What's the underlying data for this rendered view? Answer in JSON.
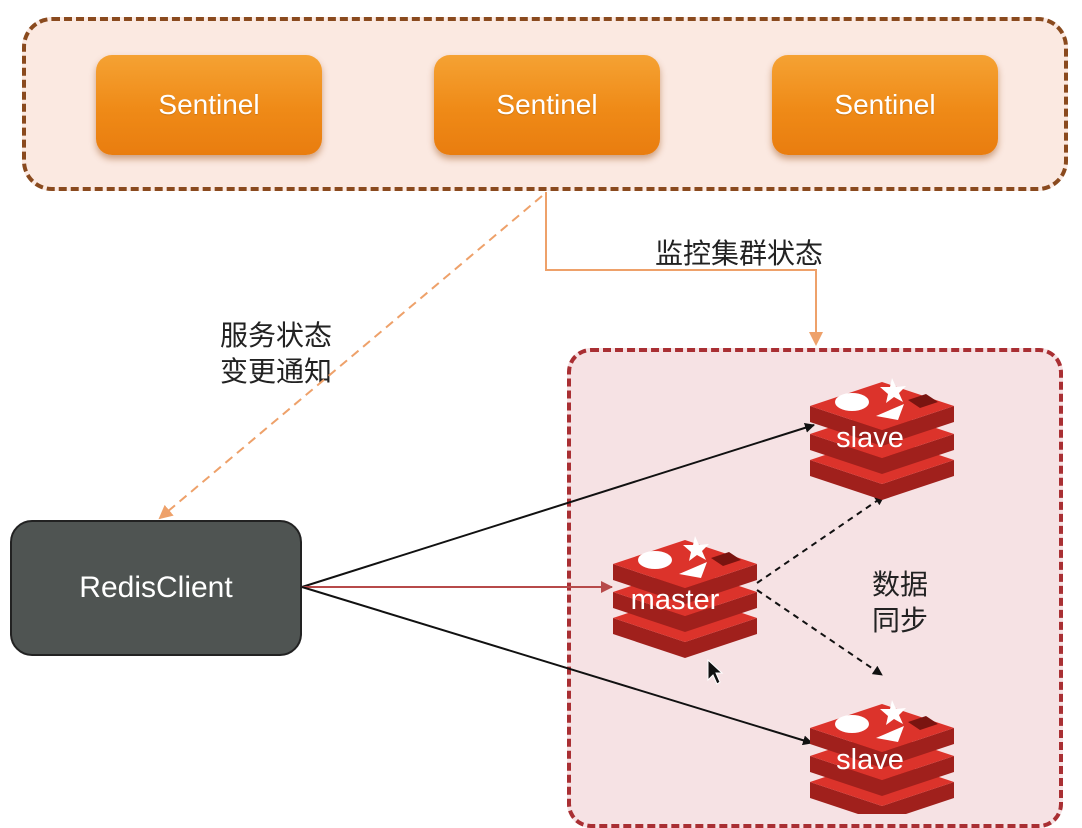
{
  "sentinels": [
    "Sentinel",
    "Sentinel",
    "Sentinel"
  ],
  "client": {
    "label": "RedisClient"
  },
  "labels": {
    "monitor": "监控集群状态",
    "notify_line1": "服务状态",
    "notify_line2": "变更通知",
    "sync_line1": "数据",
    "sync_line2": "同步"
  },
  "nodes": {
    "master": "master",
    "slave_top": "slave",
    "slave_bottom": "slave"
  },
  "colors": {
    "sentinel_orange": "#ef8a17",
    "sentinel_border": "#8a4a1e",
    "cluster_border": "#a92f33",
    "redis_red": "#d8302a",
    "client_gray": "#4f5452",
    "arrow_orange": "#eea16a"
  },
  "icons": {
    "redis": "redis-logo-icon",
    "cursor": "mouse-cursor-icon"
  }
}
